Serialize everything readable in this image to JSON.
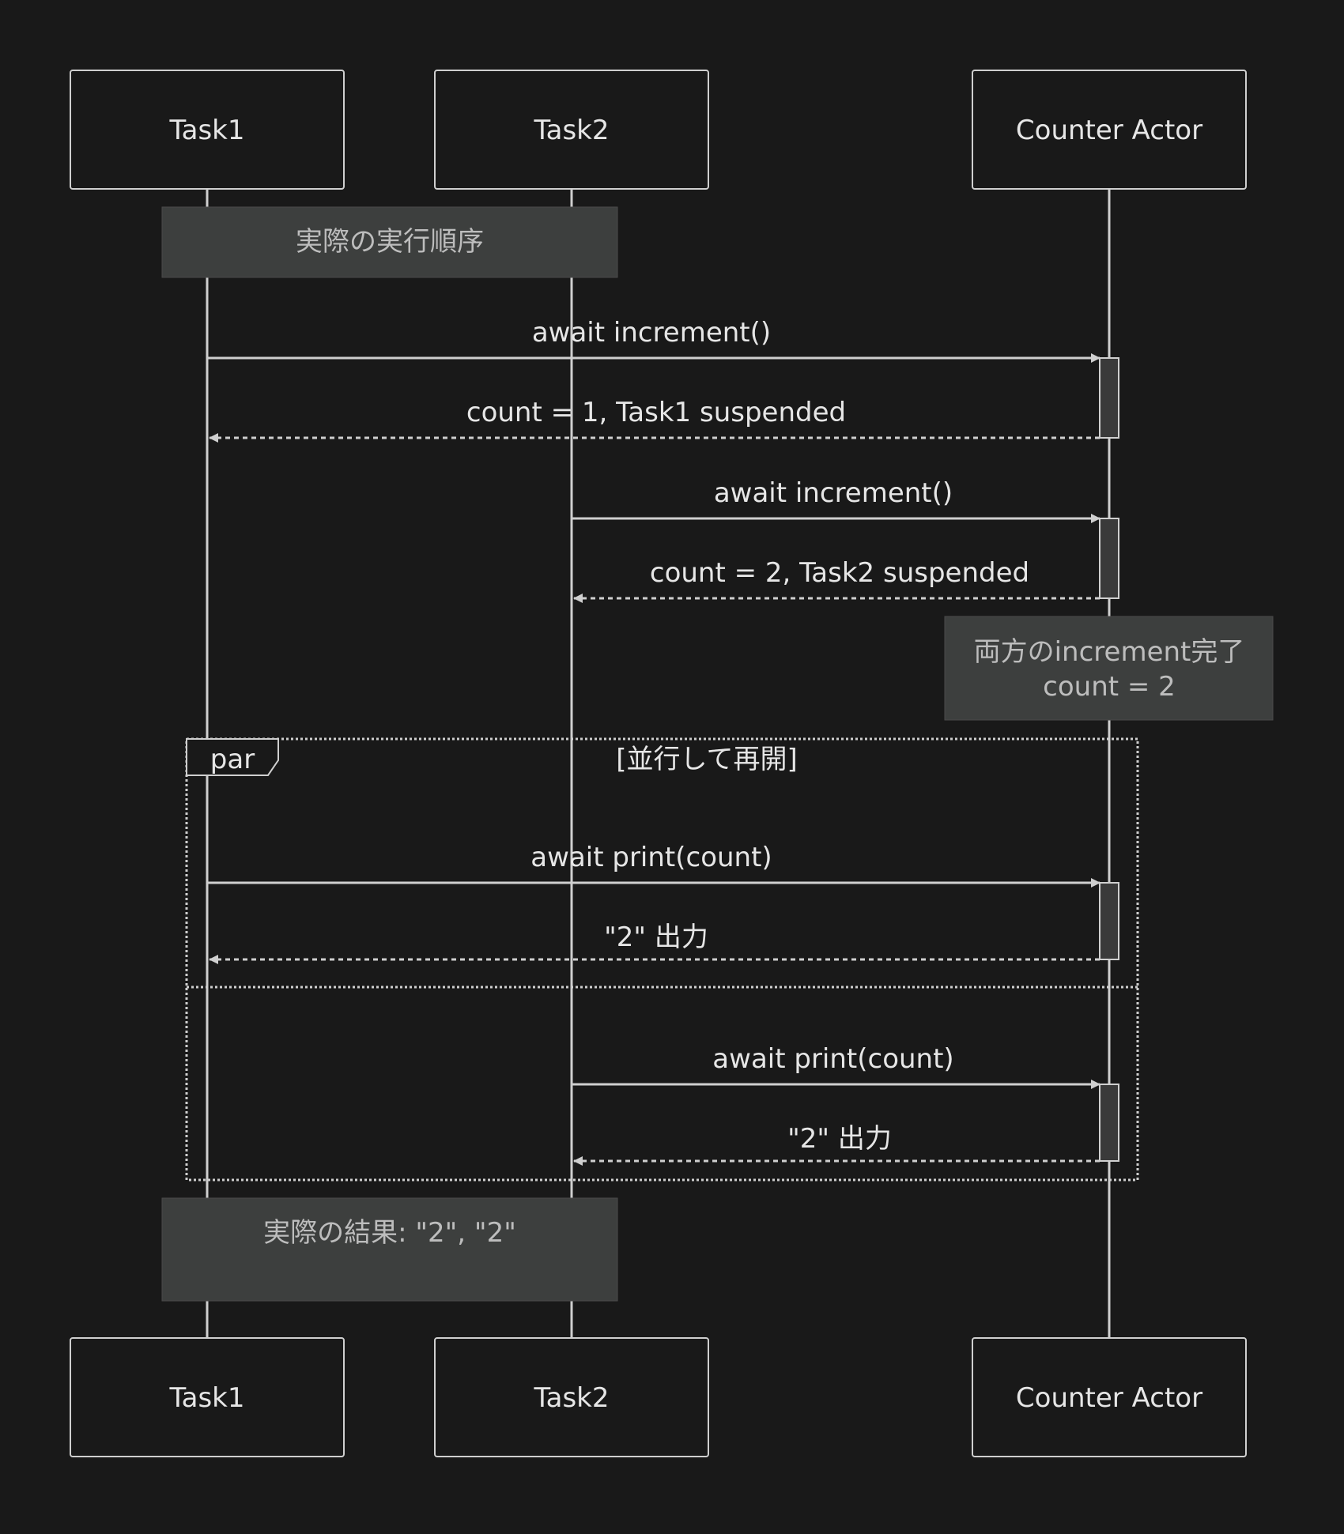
{
  "participants": [
    {
      "id": "task1",
      "label": "Task1"
    },
    {
      "id": "task2",
      "label": "Task2"
    },
    {
      "id": "actor",
      "label": "Counter Actor"
    }
  ],
  "notes": [
    {
      "id": "note-order",
      "lines": [
        "実際の実行順序"
      ]
    },
    {
      "id": "note-both",
      "lines": [
        "両方のincrement完了",
        "count = 2"
      ]
    },
    {
      "id": "note-result",
      "lines": [
        "実際の結果: \"2\", \"2\""
      ]
    }
  ],
  "messages": [
    {
      "from": "task1",
      "to": "actor",
      "style": "solid",
      "label": "await increment()"
    },
    {
      "from": "actor",
      "to": "task1",
      "style": "dashed",
      "label": "count = 1, Task1 suspended"
    },
    {
      "from": "task2",
      "to": "actor",
      "style": "solid",
      "label": "await increment()"
    },
    {
      "from": "actor",
      "to": "task2",
      "style": "dashed",
      "label": "count = 2, Task2 suspended"
    },
    {
      "from": "task1",
      "to": "actor",
      "style": "solid",
      "label": "await print(count)"
    },
    {
      "from": "actor",
      "to": "task1",
      "style": "dashed",
      "label": "\"2\" 出力"
    },
    {
      "from": "task2",
      "to": "actor",
      "style": "solid",
      "label": "await print(count)"
    },
    {
      "from": "actor",
      "to": "task2",
      "style": "dashed",
      "label": "\"2\" 出力"
    }
  ],
  "par_block": {
    "keyword": "par",
    "condition": "[並行して再開]"
  },
  "colors": {
    "background": "#191919",
    "line": "#cfcfcf",
    "text": "#e6e6e6",
    "note_fill": "#3d3f3e",
    "note_text": "#bdbdbd",
    "activation_fill": "#3a3a3a"
  }
}
